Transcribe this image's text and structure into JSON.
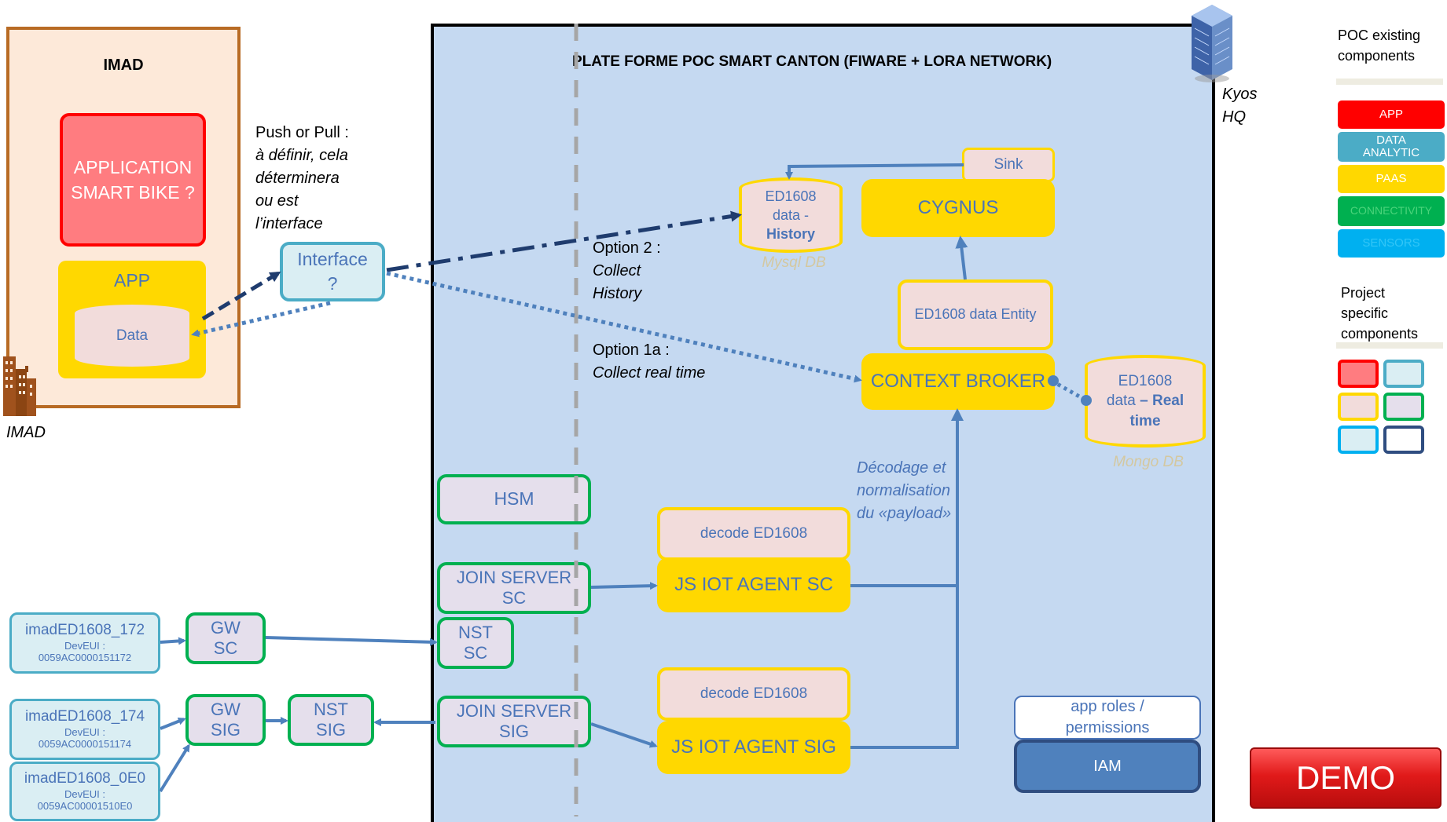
{
  "imad": {
    "title": "IMAD",
    "app_smart_bike": "APPLICATION SMART BIKE ?",
    "app": "APP",
    "data": "Data",
    "footer": "IMAD"
  },
  "push_pull": {
    "line1": "Push or Pull :",
    "line2": "à définir, cela",
    "line3": "déterminera",
    "line4": "ou est",
    "line5": "l’interface"
  },
  "interface_box": "Interface ?",
  "platform": {
    "title": "PLATE FORME POC SMART CANTON (FIWARE + LORA NETWORK)",
    "kyos": "Kyos HQ"
  },
  "components": {
    "sink": "Sink",
    "cygnus": "CYGNUS",
    "history_db_line1": "ED1608",
    "history_db_line2": "data -",
    "history_db_line3": "History",
    "mysql": "Mysql DB",
    "entity": "ED1608 data Entity",
    "context_broker": "CONTEXT BROKER",
    "realtime_db_line1": "ED1608",
    "realtime_db_line2": "data",
    "realtime_db_line2b": " – Real",
    "realtime_db_line3": "time",
    "mongo": "Mongo DB",
    "hsm": "HSM",
    "join_server_sc": "JOIN SERVER SC",
    "nst_sc": "NST SC",
    "decode_sc": "decode ED1608",
    "agent_sc": "JS IOT AGENT SC",
    "join_server_sig": "JOIN SERVER SIG",
    "decode_sig": "decode ED1608",
    "agent_sig": "JS IOT AGENT SIG",
    "app_roles": "app roles / permissions",
    "iam": "IAM"
  },
  "options": {
    "opt2_title": "Option 2 :",
    "opt2_l1": "Collect",
    "opt2_l2": "History",
    "opt1a_title": "Option 1a :",
    "opt1a_l1": "Collect real time",
    "decodage_l1": "Décodage et",
    "decodage_l2": "normalisation",
    "decodage_l3": "du «payload»"
  },
  "devices": [
    {
      "name": "imadED1608_172",
      "dev_label": "DevEUI :",
      "dev_eui": "0059AC0000151172"
    },
    {
      "name": "imadED1608_174",
      "dev_label": "DevEUI :",
      "dev_eui": "0059AC0000151174"
    },
    {
      "name": "imadED1608_0E0",
      "dev_label": "DevEUI :",
      "dev_eui": "0059AC00001510E0"
    }
  ],
  "gateways": {
    "gw_sc": "GW SC",
    "gw_sig": "GW SIG",
    "nst_sig": "NST SIG"
  },
  "legend": {
    "existing_title": "POC existing components",
    "app": "APP",
    "data_analytic": "DATA ANALYTIC",
    "paas": "PAAS",
    "connectivity": "CONNECTIVITY",
    "sensors": "SENSORS",
    "project_title": "Project specific components",
    "colors": {
      "app": "#ff0000",
      "data_analytic": "#4bacc6",
      "paas": "#ffd800",
      "connectivity": "#00b050",
      "sensors": "#00b0f0"
    }
  },
  "demo": "DEMO"
}
